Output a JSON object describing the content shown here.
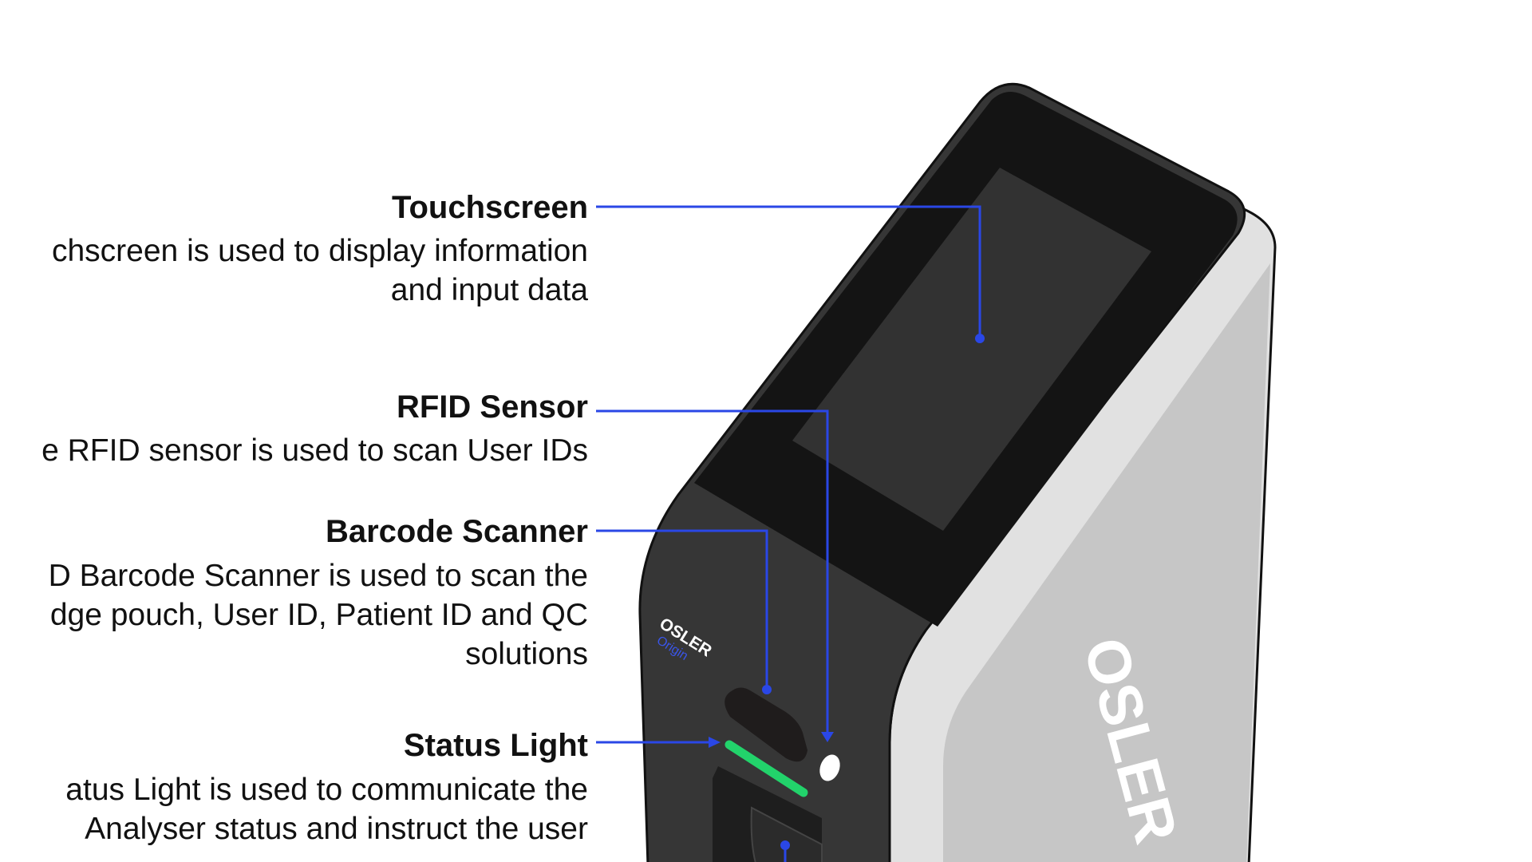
{
  "callouts": {
    "touchscreen": {
      "title": "Touchscreen",
      "description_lines": [
        "chscreen is used to display information",
        "and input data"
      ]
    },
    "rfid_sensor": {
      "title": "RFID Sensor",
      "description_lines": [
        "e RFID sensor is used to scan User IDs"
      ]
    },
    "barcode_scanner": {
      "title": "Barcode Scanner",
      "description_lines": [
        "D Barcode Scanner is used to scan the",
        "dge pouch, User ID, Patient ID and QC",
        "solutions"
      ]
    },
    "status_light": {
      "title": "Status Light",
      "description_lines": [
        "atus Light is used to communicate the",
        "Analyser status and instruct the user"
      ]
    }
  },
  "device": {
    "front_brand": "OSLER",
    "front_sub_brand": "Origin",
    "side_brand": "OSLER"
  },
  "colors": {
    "leader_line": "#2a47e6",
    "status_light": "#22d36b",
    "body_dark": "#363636",
    "screen_bezel": "#141414",
    "screen_panel": "#323232",
    "side_panel": "#c6c6c6",
    "sub_brand": "#3a55e8"
  }
}
